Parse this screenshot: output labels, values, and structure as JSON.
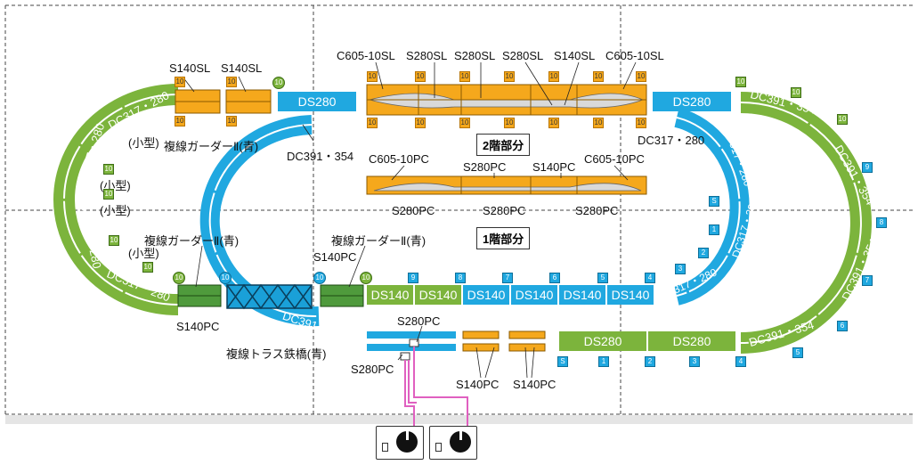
{
  "colors": {
    "blue_track": "#20a8e0",
    "green_track": "#7cb43c",
    "orange_track": "#f5a81c",
    "wire": "#e060c0"
  },
  "floor_labels": {
    "upper": "2階部分",
    "lower": "1階部分"
  },
  "upper_level_labels": {
    "s140sl_left": "S140SL",
    "s140sl_right": "S140SL",
    "c605_left": "C605-10SL",
    "s280sl_1": "S280SL",
    "s280sl_2": "S280SL",
    "s280sl_3": "S280SL",
    "s140sl_mid": "S140SL",
    "c605_right": "C605-10SL"
  },
  "lower_level_labels": {
    "c605pc_left": "C605-10PC",
    "s280pc_top": "S280PC",
    "s140pc_top": "S140PC",
    "c605pc_right": "C605-10PC",
    "s280pc_bot_left": "S280PC",
    "s280pc_bot_mid": "S280PC",
    "s280pc_bot_right": "S280PC"
  },
  "track_labels": {
    "ds280_left": "DS280",
    "ds280_right": "DS280",
    "dc391_354_upper": "DC391・354",
    "dc317_280_right_label": "DC317・280",
    "dc391_354_mid_left": "DC391・354",
    "dc391_354_inner_bottom": "DC391・354",
    "dc317_280_upper_left": "DC317・280",
    "dc317_280_left": "DC317・280",
    "dc317_280_lower_left": "DC317・280",
    "dc317_280_bottom_left": "DC317・280",
    "small_1": "(小型)",
    "small_2": "(小型)",
    "small_3": "(小型)",
    "small_4": "(小型)",
    "girder_top": "複線ガーダーⅡ(青)",
    "girder_left": "複線ガーダーⅡ(青)",
    "girder_mid": "複線ガーダーⅡ(青)",
    "s140pc_left": "S140PC",
    "s140pc_mid": "S140PC",
    "truss": "複線トラス鉄橋(青)",
    "dc317_280_right_inner_top": "DC317・280",
    "dc317_280_right_inner_mid": "DC317・280",
    "dc317_280_right_inner_bot": "DC317・280",
    "dc391_354_outer_top": "DC391・354",
    "dc391_354_outer_right_top": "DC391・354",
    "dc391_354_outer_right_bot": "DC391・354",
    "dc391_354_outer_bottom": "DC391・354",
    "ds140_1": "DS140",
    "ds140_2": "DS140",
    "ds140_3": "DS140",
    "ds140_4": "DS140",
    "ds140_5": "DS140",
    "ds140_6": "DS140",
    "ds280_green_1": "DS280",
    "ds280_green_2": "DS280",
    "s280pc_feeder_top": "S280PC",
    "s280pc_feeder_bot": "S280PC",
    "s140pc_bot_1": "S140PC",
    "s140pc_bot_2": "S140PC"
  },
  "tags": {
    "n10": "10",
    "n1": "1",
    "n2": "2",
    "n3": "3",
    "n4": "4",
    "n5": "5",
    "n6": "6",
    "n7": "7",
    "n8": "8",
    "n9": "9",
    "s": "S"
  }
}
